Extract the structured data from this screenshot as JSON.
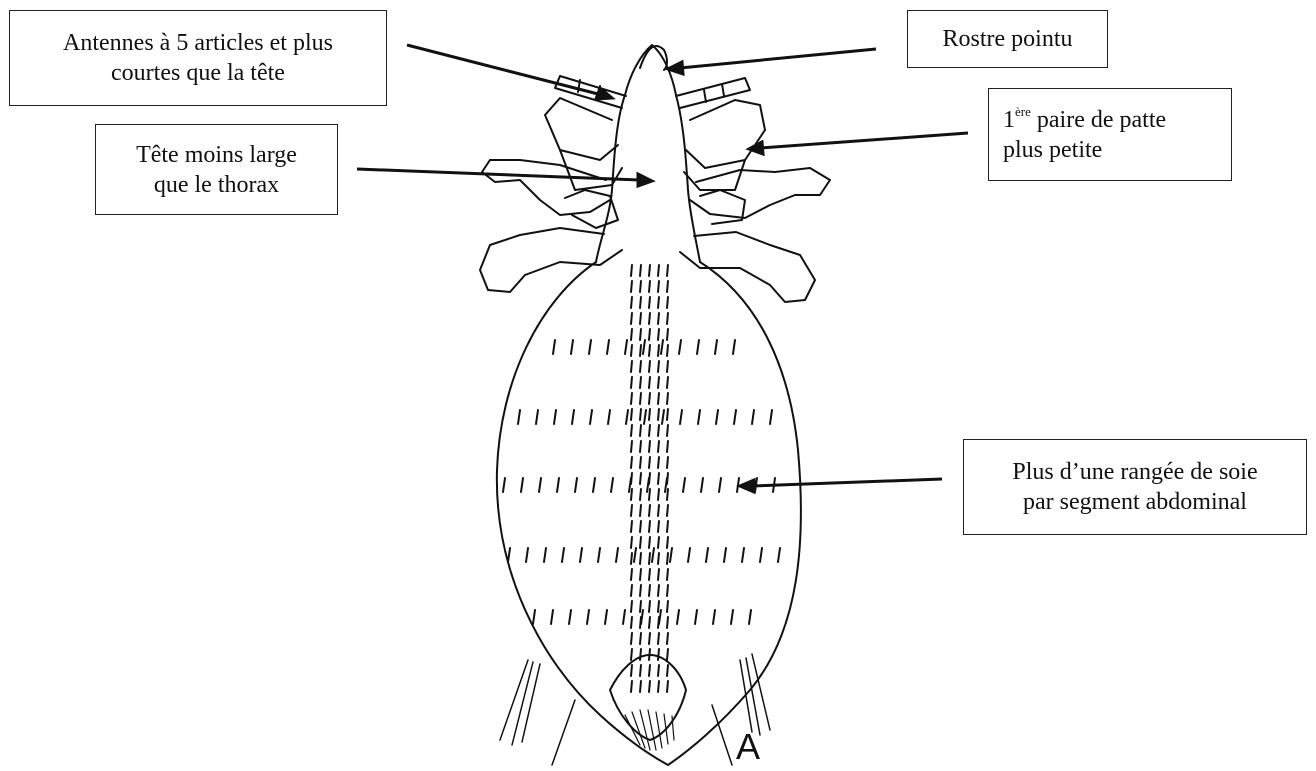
{
  "labels": {
    "antennes": {
      "line1": "Antennes à 5 articles et plus",
      "line2": "courtes que la tête"
    },
    "rostre": {
      "line1": "Rostre pointu"
    },
    "tete": {
      "line1": "Tête moins large",
      "line2": "que le thorax"
    },
    "paire": {
      "num": "1",
      "sup": "ère",
      "rest": " paire de patte",
      "line2": "plus petite"
    },
    "soie": {
      "line1": "Plus d’une rangée de soie",
      "line2": "par segment abdominal"
    }
  },
  "figure_letter": "A",
  "colors": {
    "ink": "#111111",
    "background": "#ffffff"
  }
}
